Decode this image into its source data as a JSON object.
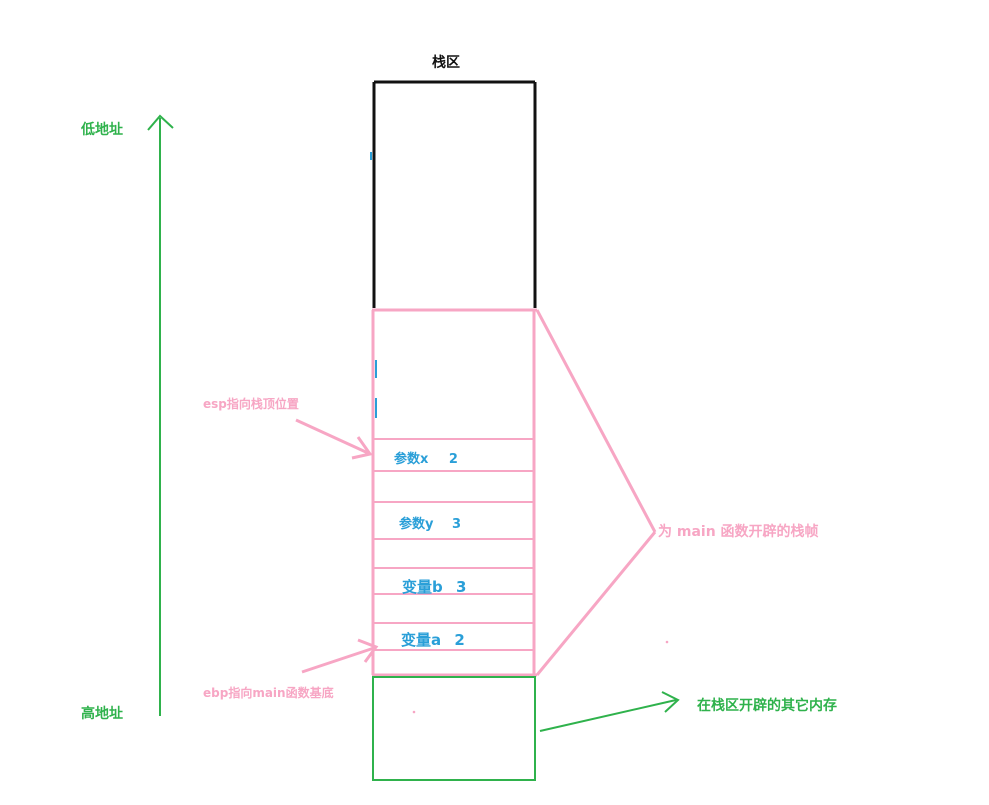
{
  "title": "栈区",
  "low_address": "低地址",
  "high_address": "高地址",
  "esp_note": "esp指向栈顶位置",
  "ebp_note": "ebp指向main函数基底",
  "frame_note": "为 main 函数开辟的栈帧",
  "other_memory_note": "在栈区开辟的其它内存",
  "cells": [
    {
      "name": "参数x",
      "value": "2"
    },
    {
      "name": "参数y",
      "value": "3"
    },
    {
      "name": "变量b",
      "value": "3"
    },
    {
      "name": "变量a",
      "value": "2"
    }
  ],
  "colors": {
    "black": "#111111",
    "green": "#2fb24c",
    "pink": "#f7a6c4",
    "blue": "#2a9fd8"
  }
}
